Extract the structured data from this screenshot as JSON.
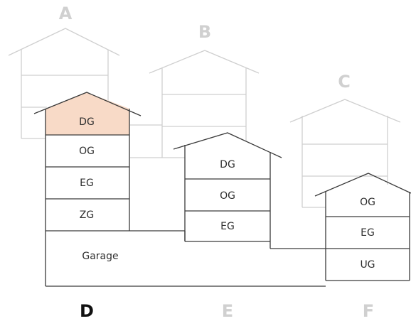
{
  "colors": {
    "ghost_line": "#cfcfcf",
    "ghost_letter": "#d0d0d0",
    "active_line": "#3a3a3a",
    "active_letter": "#111111",
    "highlight_fill": "#f8dac7"
  },
  "buildings": {
    "A": {
      "letter": "A"
    },
    "B": {
      "letter": "B"
    },
    "C": {
      "letter": "C"
    },
    "D": {
      "letter": "D",
      "floors": [
        "DG",
        "OG",
        "EG",
        "ZG"
      ],
      "garage": "Garage",
      "highlight": "DG"
    },
    "E": {
      "letter": "E",
      "floors": [
        "DG",
        "OG",
        "EG"
      ]
    },
    "F": {
      "letter": "F",
      "floors": [
        "OG",
        "EG",
        "UG"
      ]
    }
  }
}
